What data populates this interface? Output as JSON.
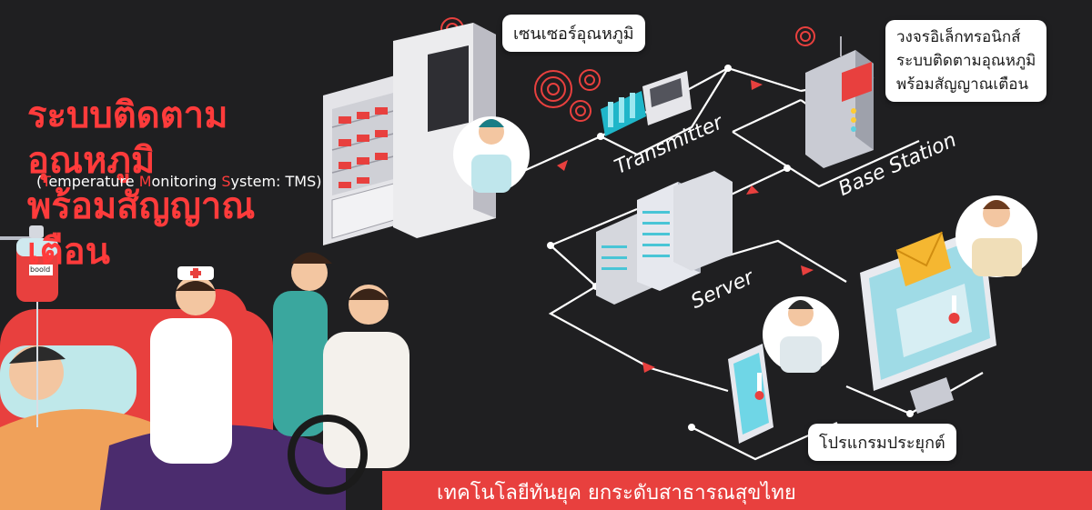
{
  "title": {
    "line1": "ระบบติดตามอุณหภูมิ",
    "line2": "พร้อมสัญญาณเตือน"
  },
  "subtitle": {
    "open": "(",
    "w1_cap": "T",
    "w1_rest": "emperature ",
    "w2_cap": "M",
    "w2_rest": "onitoring ",
    "w3_cap": "S",
    "w3_rest": "ystem: TMS",
    "close": ")"
  },
  "callouts": {
    "sensor": "เซนเซอร์อุณหภูมิ",
    "circuit_line1": "วงจรอิเล็กทรอนิกส์",
    "circuit_line2": "ระบบติดตามอุณหภูมิ",
    "circuit_line3": "พร้อมสัญญาณเตือน",
    "application": "โปรแกรมประยุกต์"
  },
  "labels": {
    "transmitter": "Transmitter",
    "base_station": "Base Station",
    "server": "Server",
    "blood_bag": "boold"
  },
  "banner": {
    "text": "เทคโนโลยีทันยุค ยกระดับสาธารณสุขไทย"
  },
  "colors": {
    "background": "#1f1f21",
    "accent_red": "#e8403e",
    "title_red": "#ff3b3b",
    "white": "#ffffff"
  },
  "icons": [
    "refrigerator-icon",
    "sensor-signal-icon",
    "transmitter-device-icon",
    "base-station-cabinet-icon",
    "server-rack-icon",
    "smartphone-icon",
    "desktop-monitor-icon",
    "email-envelope-icon",
    "thermometer-icon",
    "iv-blood-bag-icon"
  ]
}
